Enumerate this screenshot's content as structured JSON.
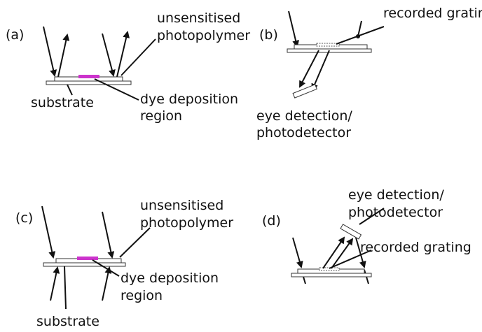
{
  "colors": {
    "dye": "#cc33cc",
    "ink": "#111111"
  },
  "panels": {
    "a": {
      "label": "(a)",
      "unsensitised": [
        "unsensitised",
        "photopolymer"
      ],
      "dye": [
        "dye deposition",
        "region"
      ],
      "substrate": "substrate"
    },
    "b": {
      "label": "(b)",
      "grating": "recorded grating",
      "detector": [
        "eye detection/",
        "photodetector"
      ]
    },
    "c": {
      "label": "(c)",
      "unsensitised": [
        "unsensitised",
        "photopolymer"
      ],
      "dye": [
        "dye deposition",
        "region"
      ],
      "substrate": "substrate"
    },
    "d": {
      "label": "(d)",
      "grating": "recorded grating",
      "detector": [
        "eye detection/",
        "photodetector"
      ]
    }
  }
}
